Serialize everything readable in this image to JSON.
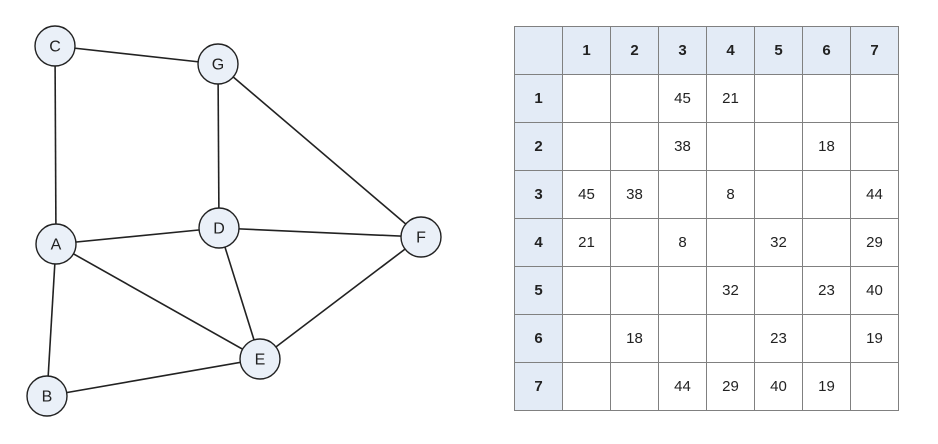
{
  "graph": {
    "nodes": [
      {
        "id": "A",
        "label": "A"
      },
      {
        "id": "B",
        "label": "B"
      },
      {
        "id": "C",
        "label": "C"
      },
      {
        "id": "D",
        "label": "D"
      },
      {
        "id": "E",
        "label": "E"
      },
      {
        "id": "F",
        "label": "F"
      },
      {
        "id": "G",
        "label": "G"
      }
    ],
    "edges": [
      [
        "C",
        "G"
      ],
      [
        "C",
        "A"
      ],
      [
        "G",
        "D"
      ],
      [
        "G",
        "F"
      ],
      [
        "A",
        "D"
      ],
      [
        "A",
        "E"
      ],
      [
        "A",
        "B"
      ],
      [
        "D",
        "F"
      ],
      [
        "D",
        "E"
      ],
      [
        "E",
        "F"
      ],
      [
        "B",
        "E"
      ]
    ],
    "colors": {
      "node_fill": "#eaf0f8",
      "stroke": "#222222"
    }
  },
  "matrix": {
    "column_headers": [
      "1",
      "2",
      "3",
      "4",
      "5",
      "6",
      "7"
    ],
    "rows": [
      {
        "header": "1",
        "cells": [
          "",
          "",
          "45",
          "21",
          "",
          "",
          ""
        ]
      },
      {
        "header": "2",
        "cells": [
          "",
          "",
          "38",
          "",
          "",
          "18",
          ""
        ]
      },
      {
        "header": "3",
        "cells": [
          "45",
          "38",
          "",
          "8",
          "",
          "",
          "44"
        ]
      },
      {
        "header": "4",
        "cells": [
          "21",
          "",
          "8",
          "",
          "32",
          "",
          "29"
        ]
      },
      {
        "header": "5",
        "cells": [
          "",
          "",
          "",
          "32",
          "",
          "23",
          "40"
        ]
      },
      {
        "header": "6",
        "cells": [
          "",
          "18",
          "",
          "",
          "23",
          "",
          "19"
        ]
      },
      {
        "header": "7",
        "cells": [
          "",
          "",
          "44",
          "29",
          "40",
          "19",
          ""
        ]
      }
    ],
    "colors": {
      "header_fill": "#e3ebf6",
      "grid": "#808080"
    }
  }
}
